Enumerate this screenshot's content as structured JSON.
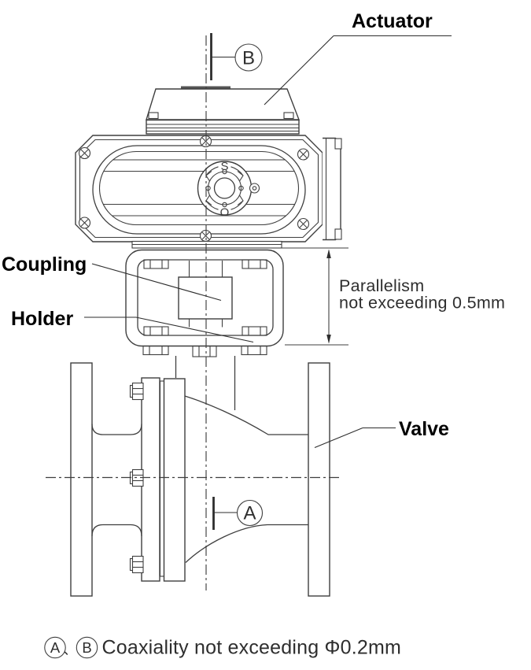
{
  "colors": {
    "line": "#3f3f3f",
    "label": "#000000",
    "thin_text": "#2e2e2e",
    "background": "#ffffff"
  },
  "labels": {
    "actuator": "Actuator",
    "coupling": "Coupling",
    "holder": "Holder",
    "valve": "Valve"
  },
  "dial": {
    "shut_mark": "S",
    "open_mark": "O"
  },
  "datum": {
    "a": "A",
    "b": "B"
  },
  "dimension": {
    "line1": "Parallelism",
    "line2": "not exceeding 0.5mm"
  },
  "footnote": {
    "datum_a": "A",
    "separator": "、",
    "datum_b": "B",
    "text": "Coaxiality not exceeding Φ0.2mm"
  }
}
